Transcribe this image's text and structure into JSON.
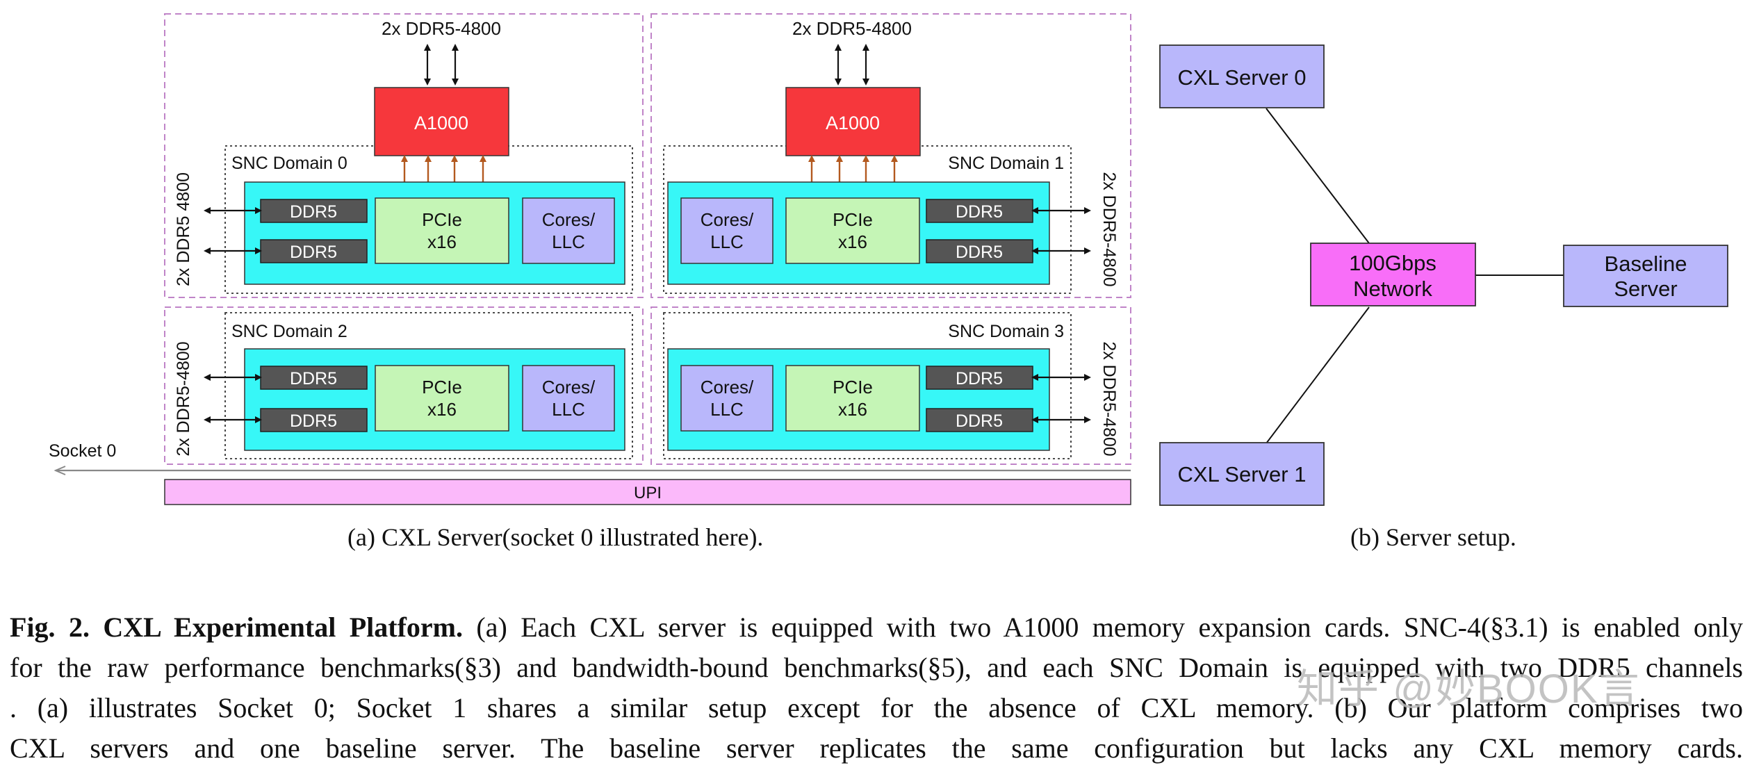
{
  "left_diagram": {
    "top_left_ddr": "2x DDR5-4800",
    "top_right_ddr": "2x DDR5-4800",
    "a1000_left": "A1000",
    "a1000_right": "A1000",
    "side_left_0": "2x DDR5 4800",
    "side_right_1": "2x DDR5-4800",
    "side_left_2": "2x DDR5-4800",
    "side_right_3": "2x DDR5-4800",
    "domains": [
      {
        "label": "SNC Domain 0",
        "ddr_a": "DDR5",
        "ddr_b": "DDR5",
        "pcie": "PCIe\nx16",
        "cores": "Cores/\nLLC"
      },
      {
        "label": "SNC Domain 1",
        "ddr_a": "DDR5",
        "ddr_b": "DDR5",
        "pcie": "PCIe\nx16",
        "cores": "Cores/\nLLC"
      },
      {
        "label": "SNC Domain 2",
        "ddr_a": "DDR5",
        "ddr_b": "DDR5",
        "pcie": "PCIe\nx16",
        "cores": "Cores/\nLLC"
      },
      {
        "label": "SNC Domain 3",
        "ddr_a": "DDR5",
        "ddr_b": "DDR5",
        "pcie": "PCIe\nx16",
        "cores": "Cores/\nLLC"
      }
    ],
    "socket_label": "Socket 0",
    "upi_label": "UPI"
  },
  "right_diagram": {
    "server0": "CXL Server 0",
    "server1": "CXL Server 1",
    "network": "100Gbps\nNetwork",
    "baseline": "Baseline\nServer"
  },
  "subcaptions": {
    "a": "(a)  CXL Server(socket 0 illustrated here).",
    "b": "(b)  Server setup."
  },
  "caption": {
    "label": "Fig. 2. CXL Experimental Platform.",
    "line1": " (a) Each CXL server is equipped with two A1000 memory expansion cards. SNC-4(§3.1) is enabled only",
    "line2": "for the raw performance benchmarks(§3) and bandwidth-bound benchmarks(§5), and each SNC Domain is equipped with two DDR5 channels",
    "line3": ". (a) illustrates Socket 0; Socket 1 shares a similar setup except for the absence of CXL memory. (b) Our platform comprises two",
    "line4": "CXL servers and one baseline server. The baseline server replicates the same configuration but lacks any CXL memory cards."
  },
  "watermark": "知乎 @妙BOOK言",
  "colors": {
    "a1000": "#f6373c",
    "snc_fill": "#37f7f7",
    "ddr": "#555555",
    "pcie": "#c5f5b6",
    "cores": "#b9b7fb",
    "network": "#f86ef8",
    "server": "#b9b7fb",
    "upi": "#fbb9fa",
    "dashed_border": "#c084c8",
    "pcie_arrows": "#b3591f"
  }
}
